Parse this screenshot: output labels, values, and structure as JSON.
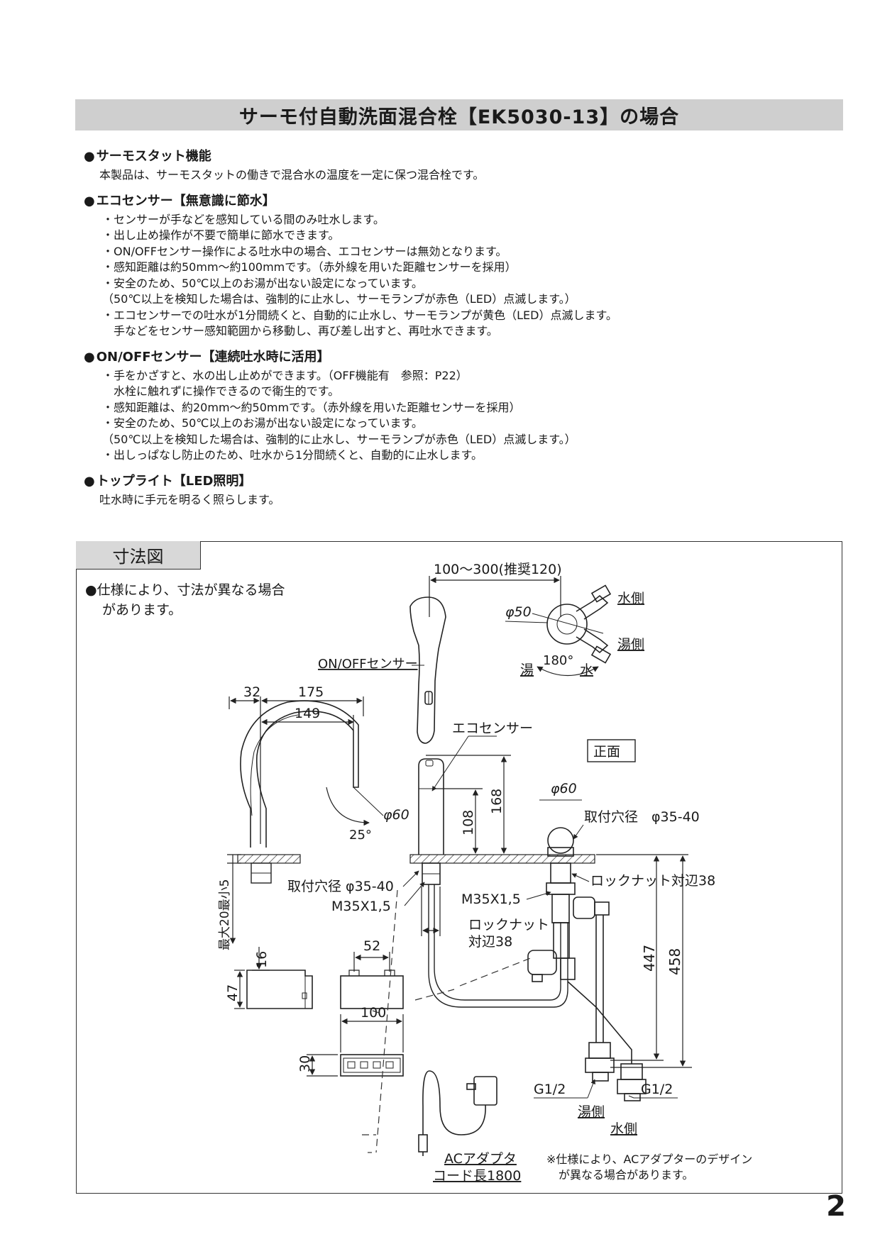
{
  "title": "サーモ付自動洗面混合栓【EK5030-13】の場合",
  "features": [
    {
      "heading": "サーモスタット機能",
      "body": "本製品は、サーモスタットの働きで混合水の温度を一定に保つ混合栓です。"
    },
    {
      "heading": "エコセンサー【無意識に節水】",
      "items": [
        "・センサーが手などを感知している間のみ吐水します。",
        "・出し止め操作が不要で簡単に節水できます。",
        "・ON/OFFセンサー操作による吐水中の場合、エコセンサーは無効となります。",
        "・感知距離は約50mm〜約100mmです。（赤外線を用いた距離センサーを採用）",
        "・安全のため、50℃以上のお湯が出ない設定になっています。",
        "（50℃以上を検知した場合は、強制的に止水し、サーモランプが赤色（LED）点滅します。）",
        "・エコセンサーでの吐水が1分間続くと、自動的に止水し、サーモランプが黄色（LED）点滅します。",
        "　手などをセンサー感知範囲から移動し、再び差し出すと、再吐水できます。"
      ]
    },
    {
      "heading": "ON/OFFセンサー【連続吐水時に活用】",
      "items": [
        "・手をかざすと、水の出し止めができます。（OFF機能有　参照：P22）",
        "　水栓に触れずに操作できるので衛生的です。",
        "・感知距離は、約20mm〜約50mmです。（赤外線を用いた距離センサーを採用）",
        "・安全のため、50℃以上のお湯が出ない設定になっています。",
        "（50℃以上を検知した場合は、強制的に止水し、サーモランプが赤色（LED）点滅します。）",
        "・出しっぱなし防止のため、吐水から1分間続くと、自動的に止水します。"
      ]
    },
    {
      "heading": "トップライト【LED照明】",
      "body": "吐水時に手元を明るく照らします。"
    }
  ],
  "bullet": "●",
  "dimension": {
    "tab_label": "寸法図",
    "note_line1": "●仕様により、寸法が異なる場合",
    "note_line2": "があります。",
    "labels": {
      "dist": "100〜300(推奨120)",
      "phi50": "φ50",
      "water_side": "水側",
      "hot_side": "湯側",
      "angle180": "180°",
      "hot": "湯",
      "water": "水",
      "onoff_sensor": "ON/OFFセンサー",
      "d32": "32",
      "d175": "175",
      "d149": "149",
      "eco_sensor": "エコセンサー",
      "front": "正面",
      "phi60a": "φ60",
      "phi60b": "φ60",
      "d108": "108",
      "d168": "168",
      "hole_right": "取付穴径　φ35-40",
      "angle25": "25°",
      "max_min": "最大20最小5",
      "hole_left": "取付穴径 φ35-40",
      "m35_left": "M35X1,5",
      "m35_right": "M35X1,5",
      "locknut_right": "ロックナット対辺38",
      "locknut1": "ロックナット",
      "locknut2": "対辺38",
      "d52": "52",
      "d16": "16",
      "d47": "47",
      "d447": "447",
      "d458": "458",
      "d100": "100",
      "d30": "30",
      "g12_left": "G1/2",
      "g12_right": "G1/2",
      "hot_side_b": "湯側",
      "water_side_b": "水側",
      "ac1": "ACアダプタ",
      "ac2": "コード長1800",
      "ac_note1": "※仕様により、ACアダプターのデザイン",
      "ac_note2": "が異なる場合があります。"
    }
  },
  "page_number": "2"
}
